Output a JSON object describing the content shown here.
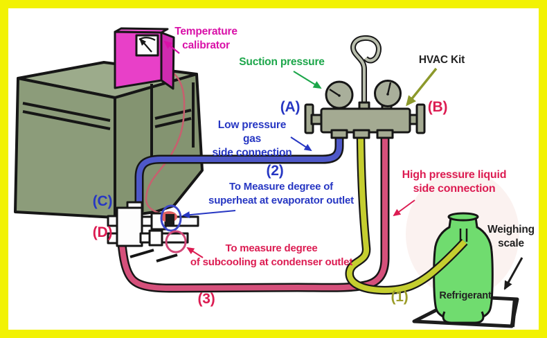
{
  "frame": {
    "border_color": "#F2F203",
    "background_color": "#FFFFFF"
  },
  "labels": {
    "temperature_calibrator": "Temperature\ncalibrator",
    "suction_pressure": "Suction pressure",
    "hvac_kit": "HVAC Kit",
    "point_a": "(A)",
    "point_b": "(B)",
    "point_c": "(C)",
    "point_d": "(D)",
    "low_pressure_connection": "Low pressure gas\nside connection",
    "hose_2": "(2)",
    "superheat_note": "To Measure degree of\nsuperheat at evaporator outlet",
    "subcooling_note": "To measure degree\nof subcooling at condenser outlet",
    "high_pressure_connection": "High pressure liquid\nside connection",
    "hose_3": "(3)",
    "hose_1": "(1)",
    "refrigerant": "Refrigerant",
    "weighing_scale": "Weighing\nscale"
  },
  "colors": {
    "magenta_text": "#D911A8",
    "green_text": "#1CA64A",
    "blue_text": "#2737C3",
    "crimson_text": "#DC1C52",
    "olive_text": "#9C9D2A",
    "black_text": "#222222",
    "hose_low_pressure_blue": "#4E58C8",
    "hose_utility_yellow": "#C5CE2F",
    "hose_high_pressure_red": "#D5507B",
    "unit_green": "#8C9C7A",
    "manifold_gray_green": "#A4AA92",
    "cylinder_green": "#70DC6F",
    "calibrator_magenta": "#E840C8"
  },
  "components": [
    "condensing-unit",
    "temperature-calibrator-device",
    "calibrator-sensor-wire",
    "manifold-gauge-set",
    "hanging-hook",
    "suction-pressure-gauge",
    "discharge-pressure-gauge",
    "low-pressure-hose",
    "utility-hose",
    "high-pressure-hose",
    "service-valve-assembly",
    "superheat-probe-marker",
    "subcooling-marker",
    "refrigerant-cylinder",
    "weighing-scale-platform"
  ]
}
